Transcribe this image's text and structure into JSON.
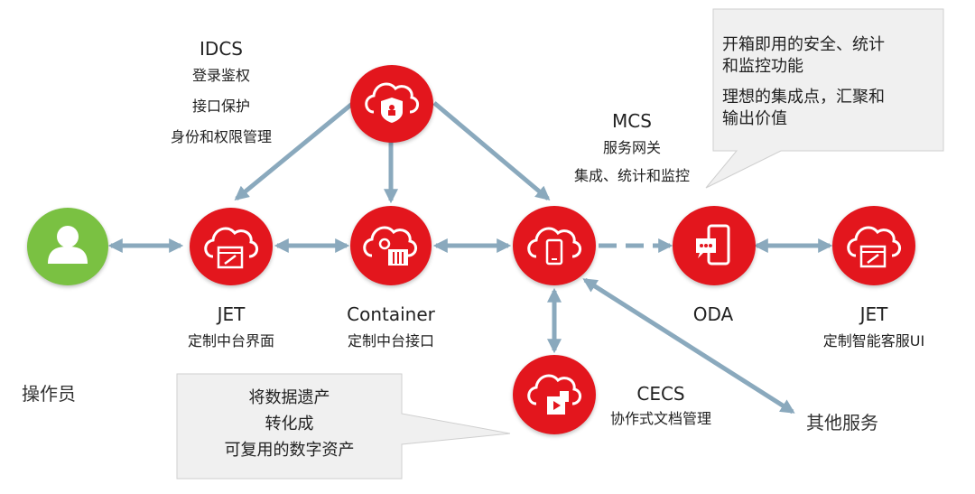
{
  "colors": {
    "node_red": "#e3161d",
    "user_green": "#7ac142",
    "arrow": "#8aa9bd",
    "callout_bg": "#f0f0f0"
  },
  "nodes": {
    "idcs": {
      "title": "IDCS",
      "lines": [
        "登录鉴权",
        "接口保护",
        "身份和权限管理"
      ],
      "icon": "cloud-shield-icon"
    },
    "mcs": {
      "title": "MCS",
      "lines": [
        "服务网关",
        "集成、统计和监控"
      ],
      "icon": "cloud-mobile-icon"
    },
    "jet_left": {
      "title": "JET",
      "lines": [
        "定制中台界面"
      ],
      "icon": "cloud-edit-icon"
    },
    "container": {
      "title": "Container",
      "lines": [
        "定制中台接口"
      ],
      "icon": "cloud-gear-icon"
    },
    "oda": {
      "title": "ODA",
      "icon": "chat-phone-icon"
    },
    "jet_right": {
      "title": "JET",
      "lines": [
        "定制智能客服UI"
      ],
      "icon": "cloud-edit-icon"
    },
    "cecs": {
      "title": "CECS",
      "lines": [
        "协作式文档管理"
      ],
      "icon": "cloud-document-icon"
    },
    "operator": {
      "title": "操作员",
      "icon": "user-icon"
    },
    "other": {
      "title": "其他服务"
    }
  },
  "callouts": {
    "top_right": {
      "lines": [
        "开箱即用的安全、统计",
        "和监控功能",
        "理想的集成点，汇聚和",
        "输出价值"
      ]
    },
    "bottom_left": {
      "lines": [
        "将数据遗产",
        "转化成",
        "可复用的数字资产"
      ]
    }
  }
}
